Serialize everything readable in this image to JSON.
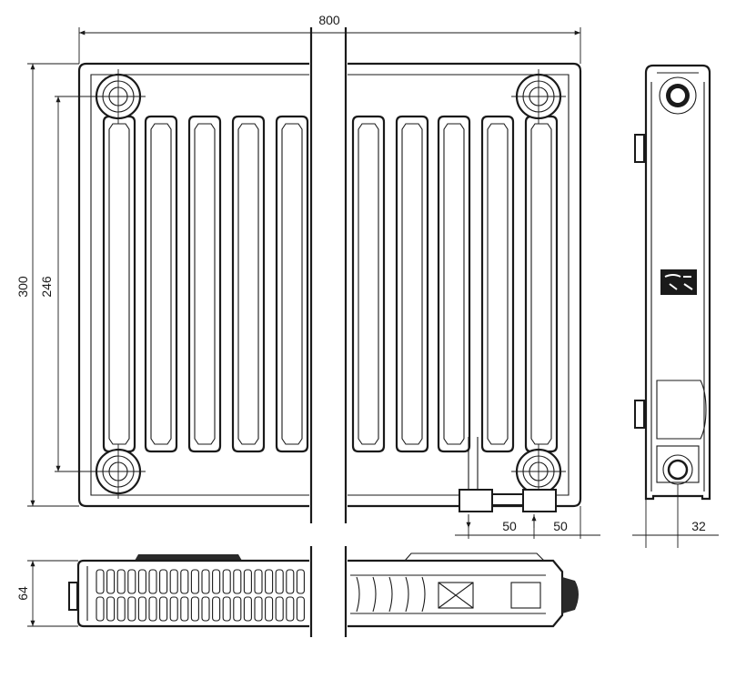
{
  "dimensions": {
    "width_total": "800",
    "height_total": "300",
    "height_centers": "246",
    "offset_left": "50",
    "offset_right": "50",
    "side_depth": "32",
    "top_depth": "64"
  },
  "icons": {
    "label_plate": "logo-plate-icon",
    "valve_arrow": "arrow-icon"
  }
}
